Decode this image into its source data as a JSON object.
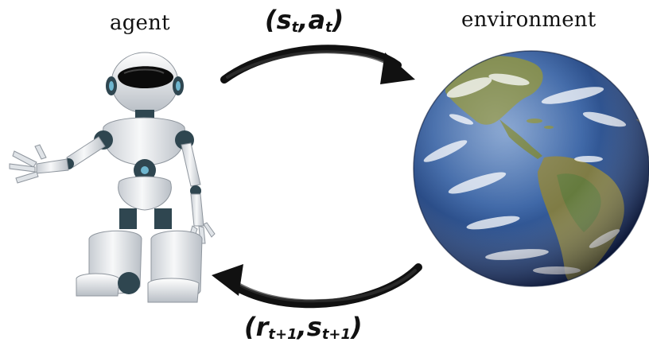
{
  "diagram": {
    "agent_label": "agent",
    "environment_label": "environment",
    "action_tuple": {
      "open": "(",
      "s": "s",
      "s_sub": "t",
      "comma": ",",
      "a": "a",
      "a_sub": "t",
      "close": ")"
    },
    "reward_tuple": {
      "open": "(",
      "r": "r",
      "r_sub": "t+1",
      "comma": ",",
      "s": "s",
      "s_sub": "t+1",
      "close": ")"
    }
  },
  "colors": {
    "arrow": "#111111",
    "ocean": "#2a4f8f",
    "land": "#6f7b3c",
    "robot_body": "#e9ecef",
    "robot_joint": "#2f4650",
    "robot_visor": "#0b0b0b"
  },
  "icons": {
    "agent": "robot-illustration",
    "environment": "earth-globe"
  }
}
